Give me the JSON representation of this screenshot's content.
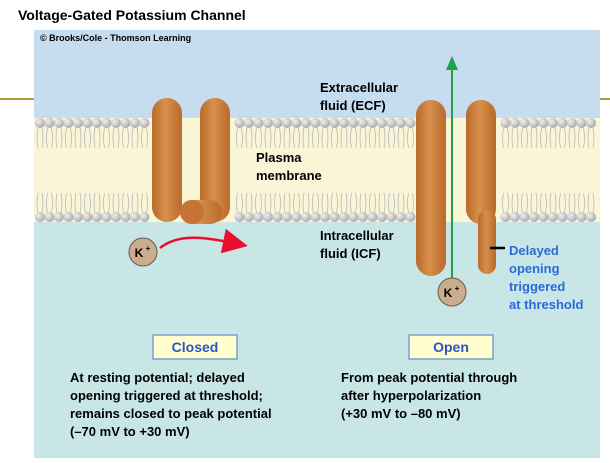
{
  "title": "Voltage-Gated Potassium Channel",
  "copyright": "© Brooks/Cole - Thomson Learning",
  "labels": {
    "ecf": [
      "Extracellular",
      "fluid (ECF)"
    ],
    "plasma": [
      "Plasma",
      "membrane"
    ],
    "icf": [
      "Intracellular",
      "fluid (ICF)"
    ],
    "delayed": [
      "Delayed",
      "opening",
      "triggered",
      "at threshold"
    ],
    "ion": "K",
    "ion_charge": "+"
  },
  "states": {
    "closed": {
      "badge": "Closed",
      "description": [
        "At resting potential; delayed",
        "opening triggered at threshold;",
        "remains closed to peak potential",
        "(–70 mV to +30 mV)"
      ]
    },
    "open": {
      "badge": "Open",
      "description": [
        "From peak potential through",
        "after hyperpolarization",
        "(+30 mV to –80 mV)"
      ]
    }
  },
  "colors": {
    "ecf": "#c6dcef",
    "membrane": "#fbf5d8",
    "icf": "#c9e6e6",
    "phospholipid_head": "#d0d0d0",
    "channel": "#cd7f3c",
    "ion": "#c9ad8c",
    "arrow_red": "#e8102e",
    "arrow_green": "#22a04a",
    "badge_fill": "#fffed0",
    "badge_border": "#7ca0c8",
    "badge_text": "#2a55c8",
    "delayed_text": "#2a6ad8"
  }
}
